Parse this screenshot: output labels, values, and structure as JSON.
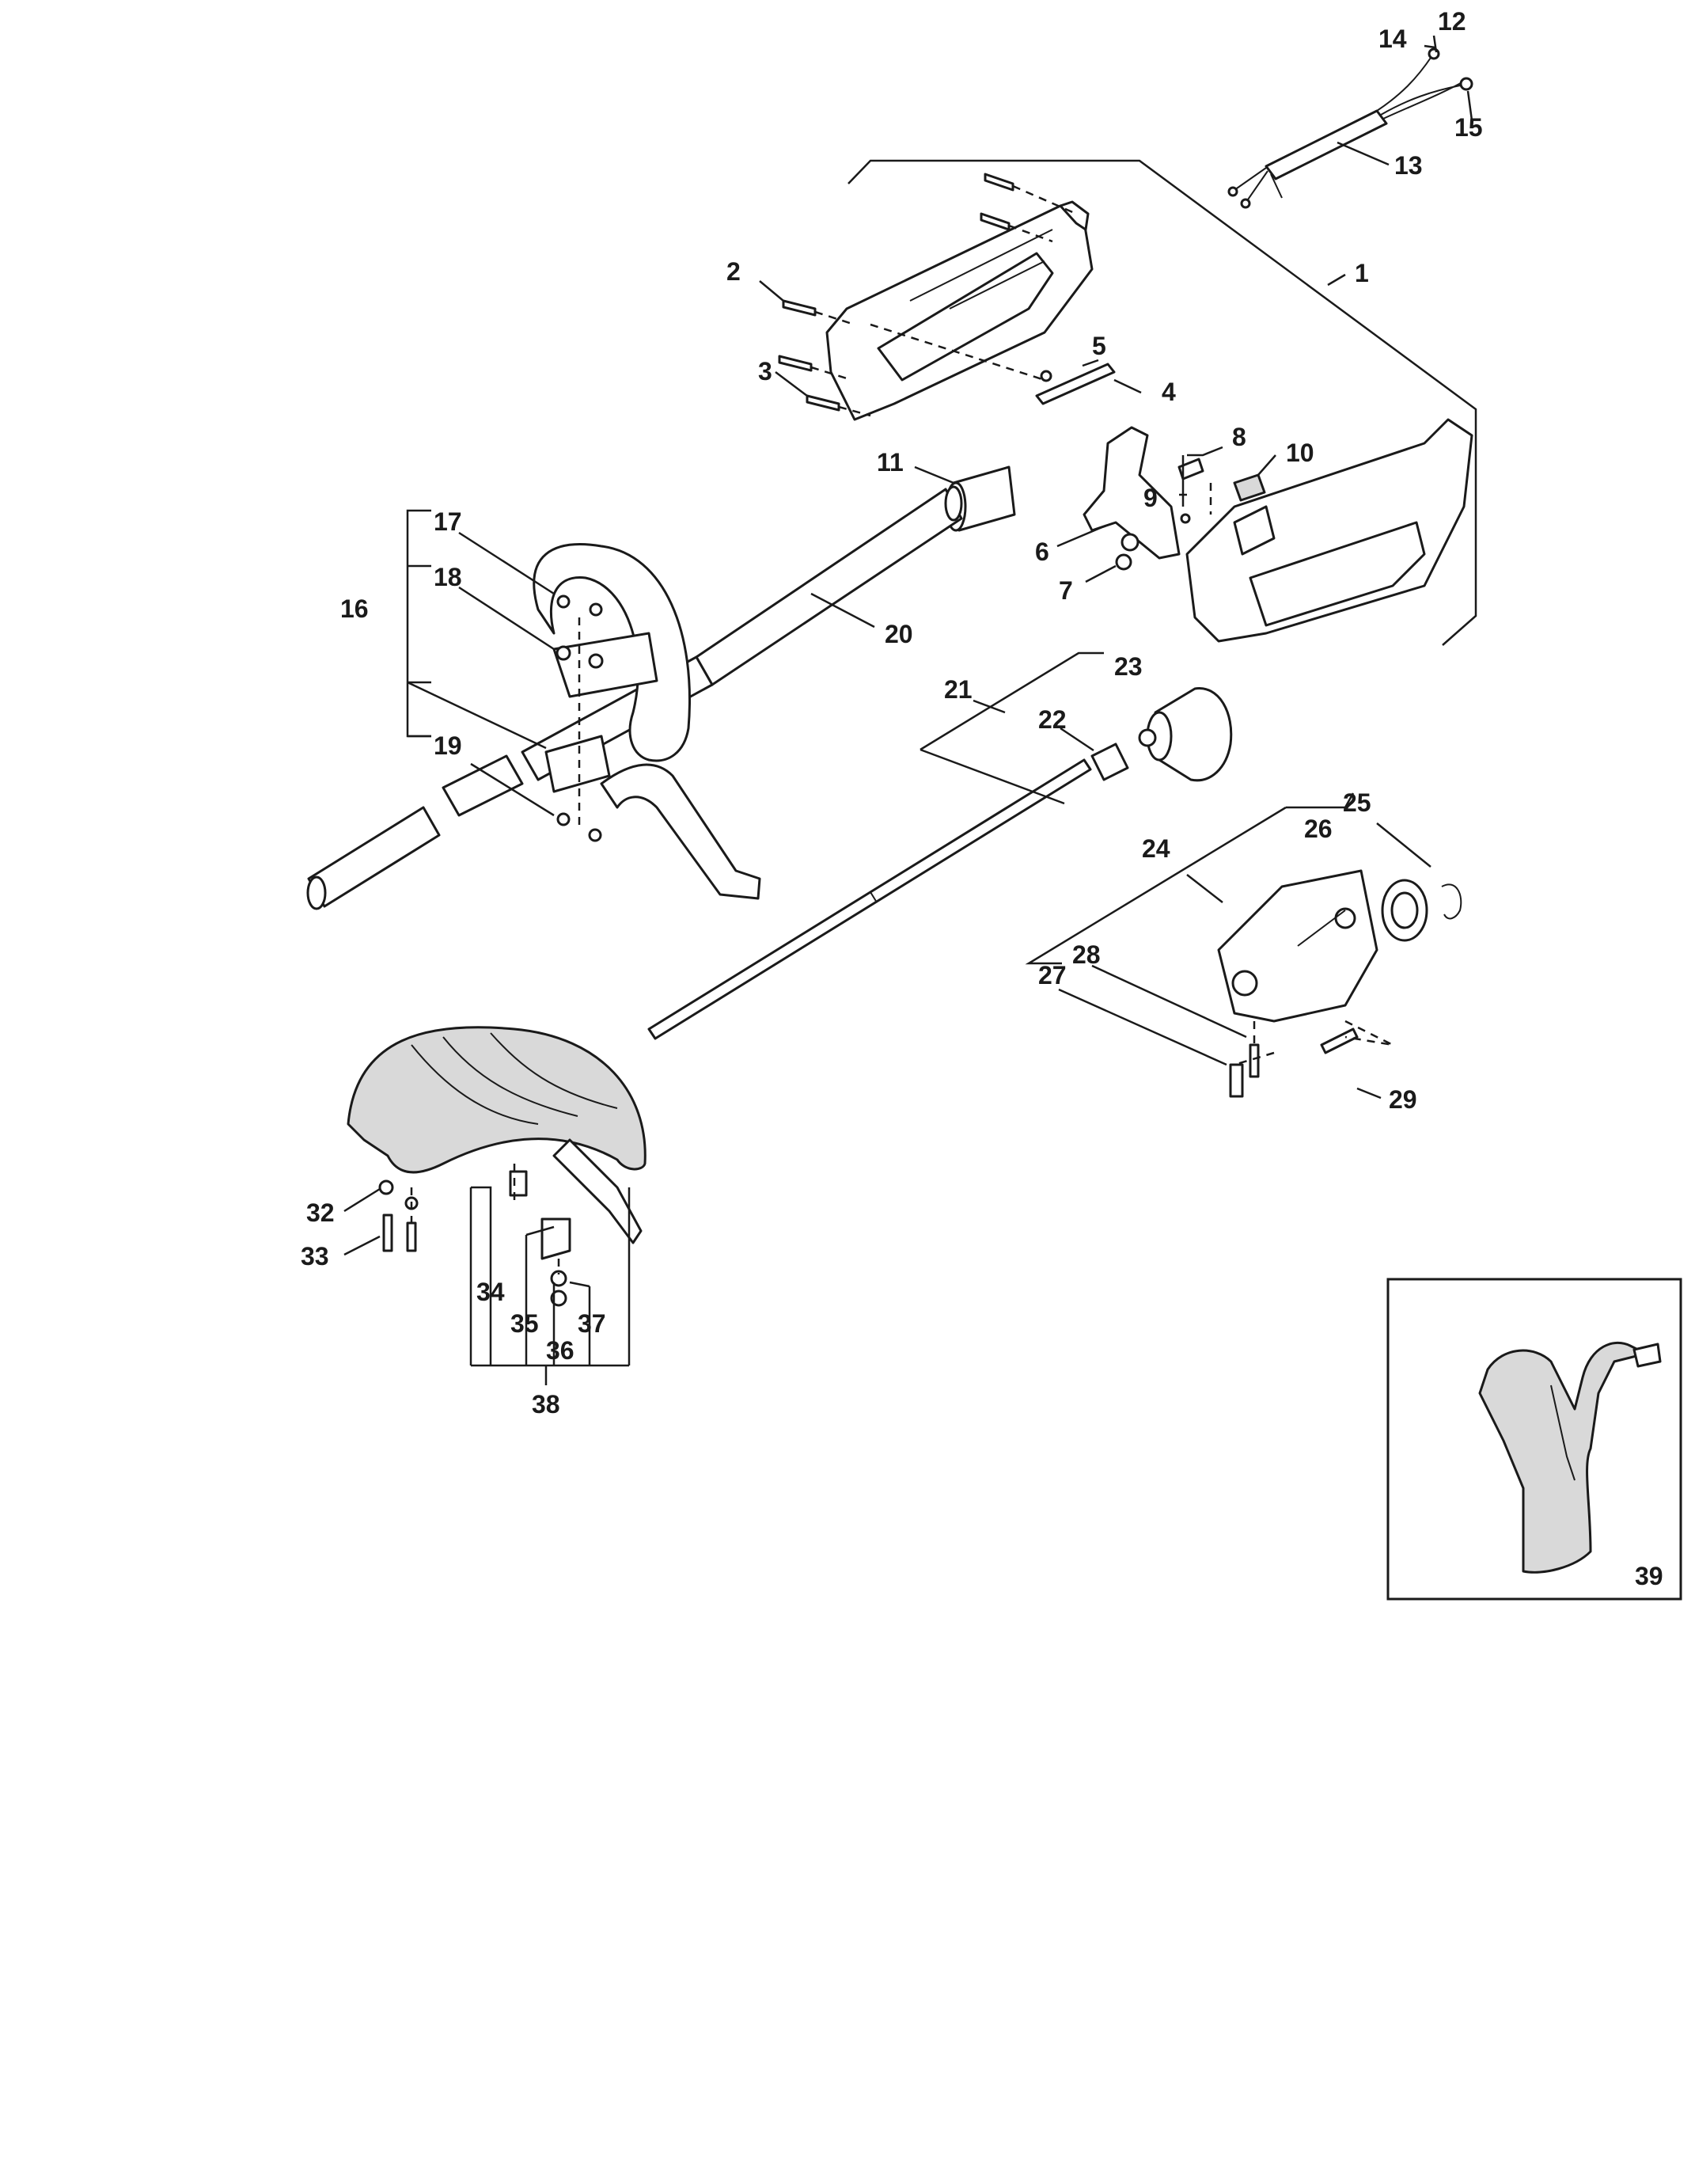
{
  "labels": {
    "l1": "1",
    "l2": "2",
    "l3": "3",
    "l4": "4",
    "l5": "5",
    "l6": "6",
    "l7": "7",
    "l8": "8",
    "l9": "9",
    "l10": "10",
    "l11": "11",
    "l12": "12",
    "l13": "13",
    "l14": "14",
    "l15": "15",
    "l16": "16",
    "l17": "17",
    "l18": "18",
    "l19": "19",
    "l20": "20",
    "l21": "21",
    "l22": "22",
    "l23": "23",
    "l24": "24",
    "l25": "25",
    "l26": "26",
    "l27": "27",
    "l28": "28",
    "l29": "29",
    "l32": "32",
    "l33": "33",
    "l34": "34",
    "l35": "35",
    "l36": "36",
    "l37": "37",
    "l38": "38",
    "l39": "39"
  }
}
